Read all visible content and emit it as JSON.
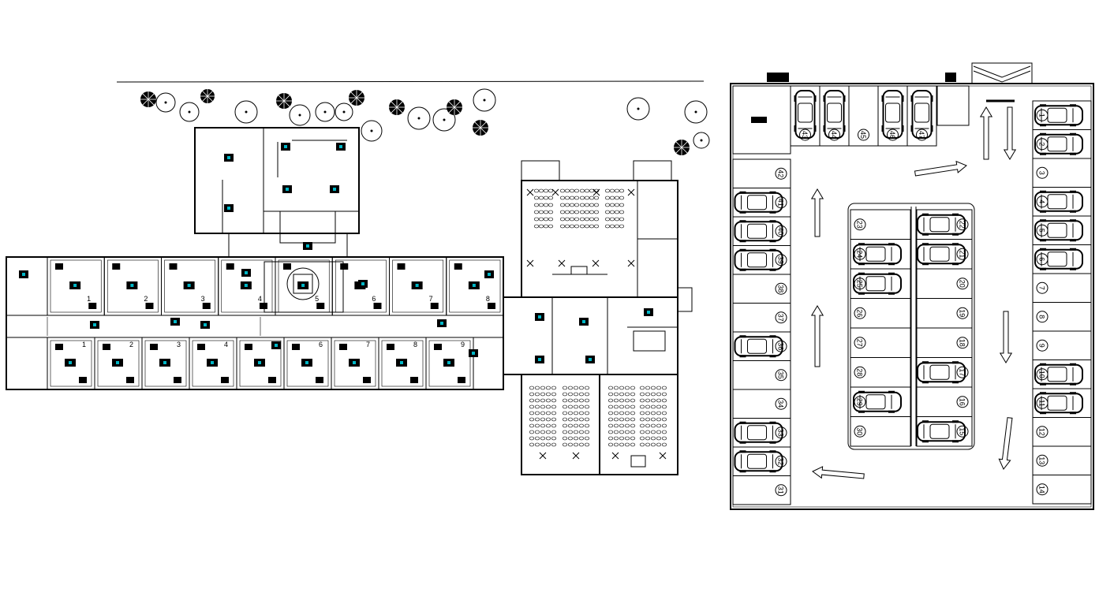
{
  "drawing": {
    "ward_room_numbers_top": [
      "1",
      "2",
      "3",
      "4",
      "5",
      "6",
      "7",
      "8"
    ],
    "ward_room_numbers_bottom": [
      "1",
      "2",
      "3",
      "4",
      "5",
      "6",
      "7",
      "8",
      "9"
    ],
    "accent_color": "#00b7c7",
    "line_color": "#000000"
  },
  "parking": {
    "top_row": [
      {
        "number": "43",
        "car": true
      },
      {
        "number": "44",
        "car": true
      },
      {
        "number": "45",
        "car": false
      },
      {
        "number": "46",
        "car": true
      },
      {
        "number": "47",
        "car": true
      }
    ],
    "left_column": [
      {
        "number": "42",
        "car": false
      },
      {
        "number": "41",
        "car": true
      },
      {
        "number": "40",
        "car": true
      },
      {
        "number": "39",
        "car": true
      },
      {
        "number": "38",
        "car": false
      },
      {
        "number": "37",
        "car": false
      },
      {
        "number": "36",
        "car": true
      },
      {
        "number": "35",
        "car": false
      },
      {
        "number": "34",
        "car": false
      },
      {
        "number": "33",
        "car": true
      },
      {
        "number": "32",
        "car": true
      },
      {
        "number": "31",
        "car": false
      }
    ],
    "island_left": [
      {
        "number": "23",
        "car": false
      },
      {
        "number": "24",
        "car": true
      },
      {
        "number": "25",
        "car": true
      },
      {
        "number": "26",
        "car": false
      },
      {
        "number": "27",
        "car": false
      },
      {
        "number": "28",
        "car": false
      },
      {
        "number": "29",
        "car": true
      },
      {
        "number": "30",
        "car": false
      }
    ],
    "island_right": [
      {
        "number": "22",
        "car": true
      },
      {
        "number": "21",
        "car": true
      },
      {
        "number": "20",
        "car": false
      },
      {
        "number": "19",
        "car": false
      },
      {
        "number": "18",
        "car": false
      },
      {
        "number": "17",
        "car": true
      },
      {
        "number": "16",
        "car": false
      },
      {
        "number": "15",
        "car": true
      }
    ],
    "right_column": [
      {
        "number": "1",
        "car": true
      },
      {
        "number": "2",
        "car": true
      },
      {
        "number": "3",
        "car": false
      },
      {
        "number": "4",
        "car": true
      },
      {
        "number": "5",
        "car": true
      },
      {
        "number": "6",
        "car": true
      },
      {
        "number": "7",
        "car": false
      },
      {
        "number": "8",
        "car": false
      },
      {
        "number": "9",
        "car": false
      },
      {
        "number": "10",
        "car": true
      },
      {
        "number": "11",
        "car": true
      },
      {
        "number": "12",
        "car": false
      },
      {
        "number": "13",
        "car": false
      },
      {
        "number": "14",
        "car": false
      }
    ]
  }
}
